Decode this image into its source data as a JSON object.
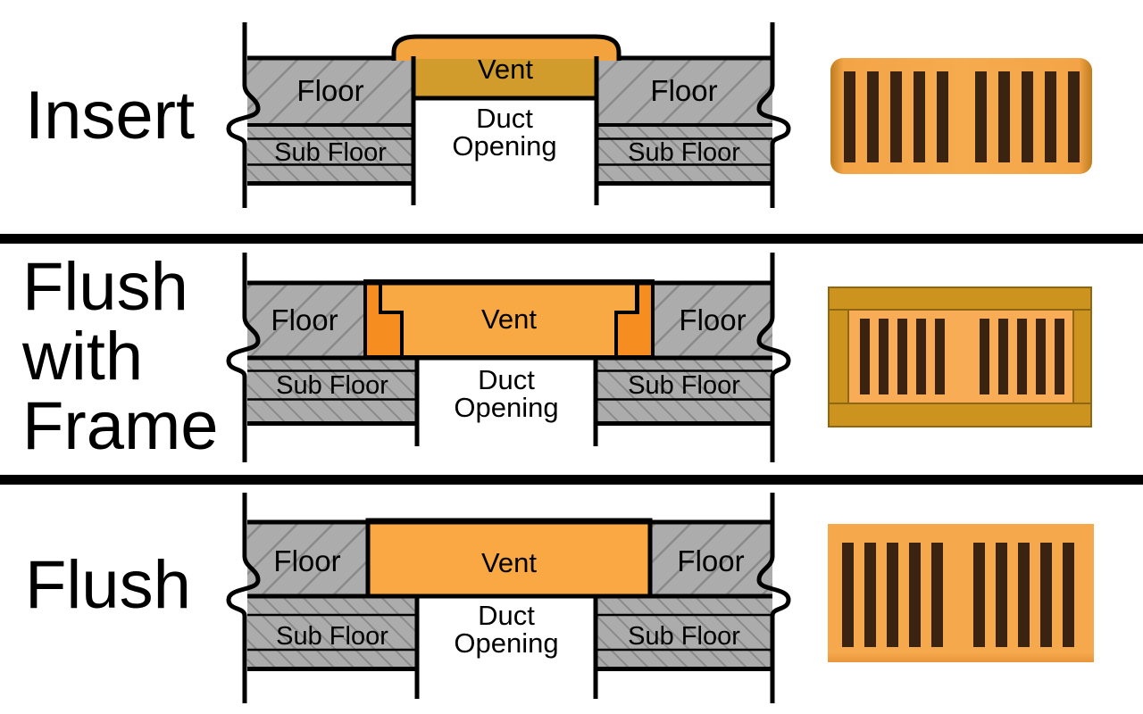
{
  "rows": [
    {
      "id": "insert",
      "title_lines": [
        "Insert"
      ],
      "cross_section": {
        "vent_label": "Vent",
        "duct_opening_lines": [
          "Duct",
          "Opening"
        ],
        "floor_label": "Floor",
        "subfloor_label": "Sub Floor"
      }
    },
    {
      "id": "flush-with-frame",
      "title_lines": [
        "Flush",
        "with",
        "Frame"
      ],
      "cross_section": {
        "vent_label": "Vent",
        "duct_opening_lines": [
          "Duct",
          "Opening"
        ],
        "floor_label": "Floor",
        "subfloor_label": "Sub Floor"
      }
    },
    {
      "id": "flush",
      "title_lines": [
        "Flush"
      ],
      "cross_section": {
        "vent_label": "Vent",
        "duct_opening_lines": [
          "Duct",
          "Opening"
        ],
        "floor_label": "Floor",
        "subfloor_label": "Sub Floor"
      }
    }
  ],
  "colors": {
    "floor_gray": "#ACACAC",
    "hatch_line": "#8A8A8A",
    "outline_black": "#000000",
    "insert_cap_orange": "#F2A33D",
    "insert_body_gold": "#D19C2B",
    "frame_orange": "#F68D21",
    "vent_orange": "#F9A943",
    "grille_face_orange": "#F3A447",
    "grille_edge_shadow": "#BE7D1E",
    "grille_frame_mustard": "#CC941F",
    "grille_panel_orange": "#F8AC55",
    "slat_brown": "#3A2310"
  }
}
